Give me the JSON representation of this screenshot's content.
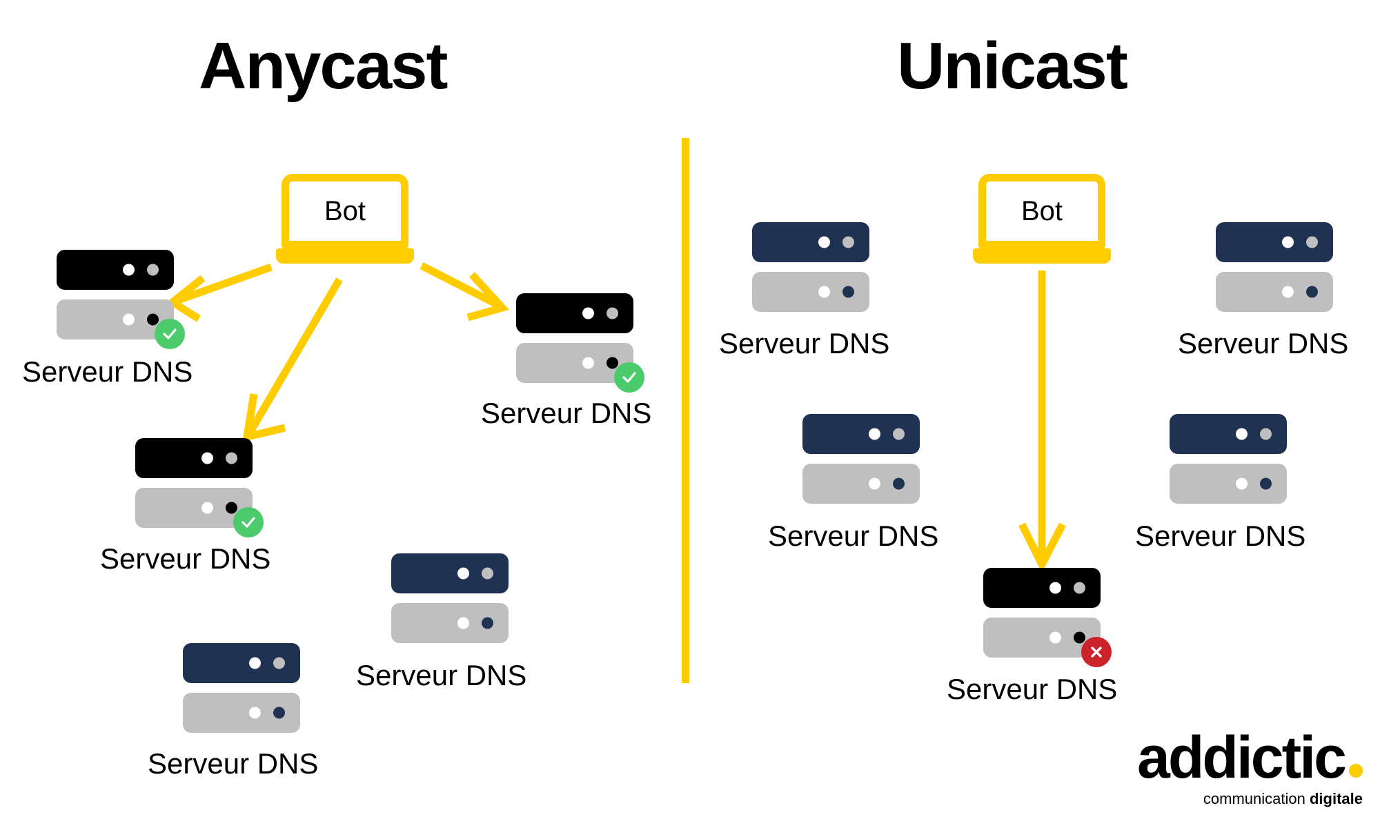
{
  "colors": {
    "yellow": "#FFCC00",
    "navy": "#1F3251",
    "gray": "#BFBFBF",
    "black": "#000000",
    "green": "#4CCB6C",
    "red": "#CC2229",
    "background": "#FFFFFF"
  },
  "panels": {
    "left": {
      "title": "Anycast"
    },
    "right": {
      "title": "Unicast"
    }
  },
  "bot": {
    "anycast_label": "Bot",
    "unicast_label": "Bot"
  },
  "server_label": "Serveur DNS",
  "anycast_servers": [
    {
      "label": "Serveur DNS",
      "variant": "black",
      "status": "ok"
    },
    {
      "label": "Serveur DNS",
      "variant": "black",
      "status": "ok"
    },
    {
      "label": "Serveur DNS",
      "variant": "black",
      "status": "ok"
    },
    {
      "label": "Serveur DNS",
      "variant": "navy",
      "status": "none"
    },
    {
      "label": "Serveur DNS",
      "variant": "navy",
      "status": "none"
    }
  ],
  "unicast_servers": [
    {
      "label": "Serveur DNS",
      "variant": "navy",
      "status": "none"
    },
    {
      "label": "Serveur DNS",
      "variant": "navy",
      "status": "none"
    },
    {
      "label": "Serveur DNS",
      "variant": "navy",
      "status": "none"
    },
    {
      "label": "Serveur DNS",
      "variant": "navy",
      "status": "none"
    },
    {
      "label": "Serveur DNS",
      "variant": "black",
      "status": "error"
    }
  ],
  "logo": {
    "wordmark": "addictic",
    "tagline_light": "communication ",
    "tagline_bold": "digitale"
  }
}
